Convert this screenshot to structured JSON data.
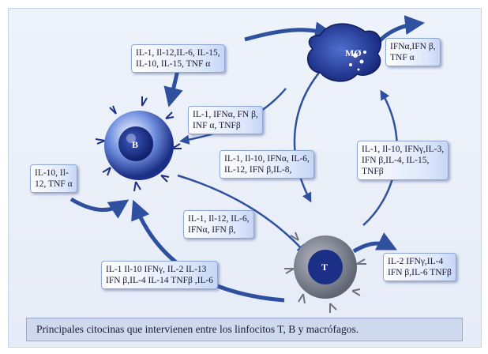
{
  "cells": {
    "macrophage": "MØ",
    "b_cell": "B",
    "t_cell": "T"
  },
  "boxes": {
    "b_to_mo_top": [
      "IL-1, Il-12,IL-6, IL-15,",
      "IL-10, IL-15, TNF α"
    ],
    "mo_secretes": [
      "IFNα,IFN β,",
      "TNF α"
    ],
    "mo_to_b": [
      "IL-1, IFNα, FN β,",
      "INF α, TNFβ"
    ],
    "b_secretes": [
      "IL-10, Il-",
      "12, TNF α"
    ],
    "mo_to_t": [
      "IL-1, Il-10, IFNα, IL-6,",
      "IL-12, IFN β,IL-8,"
    ],
    "t_to_mo": [
      "IL-1, Il-10, IFNγ,IL-3,",
      "IFN β,IL-4, IL-15,",
      "TNFβ"
    ],
    "b_to_t": [
      "IL-1, Il-12, IL-6,",
      "IFNα,  IFN β,"
    ],
    "t_to_b": [
      "IL-1  Il-10  IFNγ, IL-2  IL-13",
      "IFN β,IL-4  IL-14 TNFβ ,IL-6"
    ],
    "t_secretes": [
      "IL-2  IFNγ,IL-4",
      "IFN β,IL-6  TNFβ"
    ]
  },
  "caption": "Principales citocinas que intervienen entre los  linfocitos T, B y macrófagos.",
  "colors": {
    "arrow": "#2f4f9f",
    "cell_dark": "#1c2f86",
    "cell_light": "#5d7fd6",
    "t_ring": "#8a8f9c"
  }
}
